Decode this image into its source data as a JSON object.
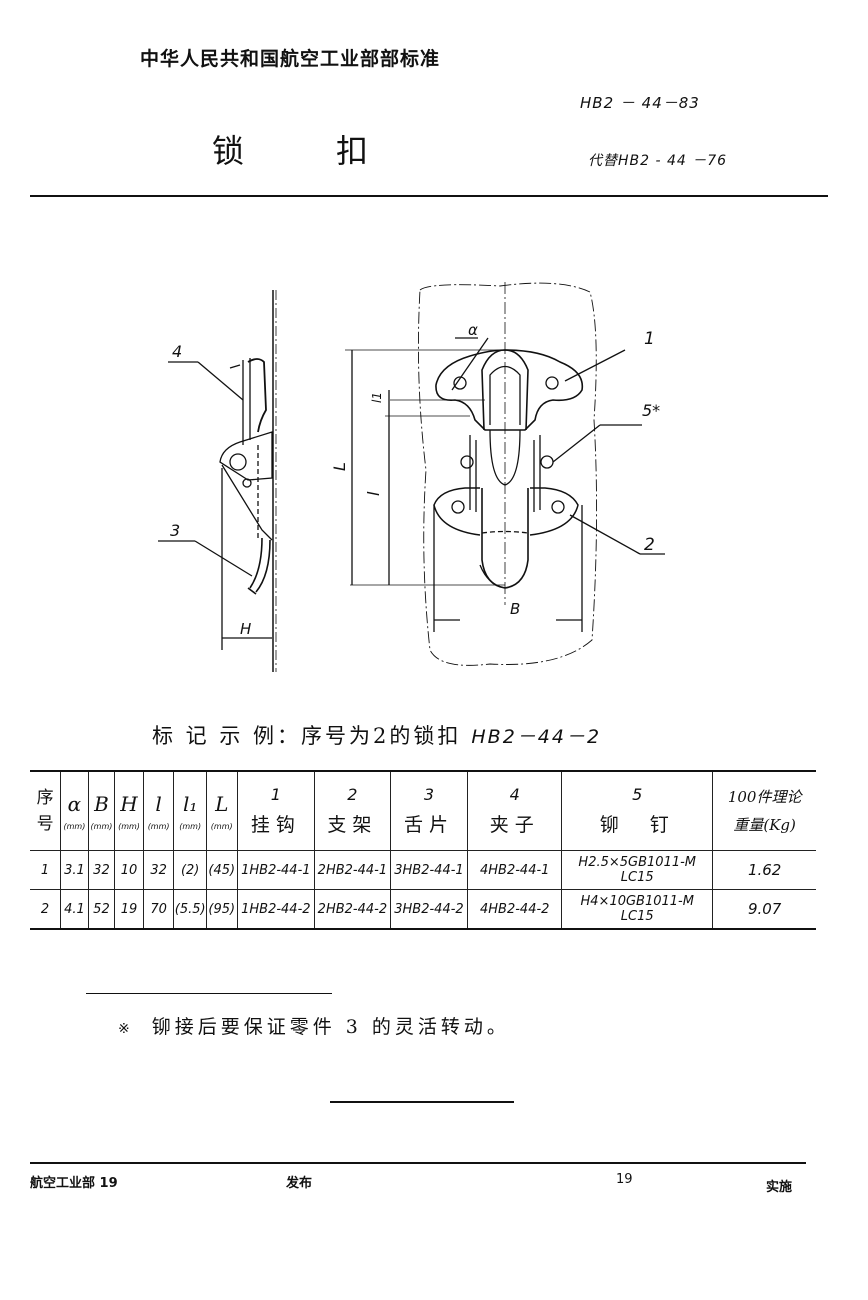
{
  "header": {
    "organization": "中华人民共和国航空工业部部标准",
    "standard_number": "HB2 － 44－83",
    "title_chars": [
      "锁",
      "扣"
    ],
    "replaces": "代替HB2 - 44 －76"
  },
  "drawing": {
    "side_view_labels": {
      "part_4": "4",
      "part_3": "3",
      "dim_H": "H"
    },
    "front_view_labels": {
      "dim_a": "α",
      "part_1": "1",
      "part_5": "5*",
      "part_2": "2",
      "dim_L": "L",
      "dim_l": "l",
      "dim_l1": "l1",
      "dim_B": "B"
    }
  },
  "marking_example": {
    "label": "标 记 示 例：序号为2的锁扣",
    "code": "HB2－44－2"
  },
  "table": {
    "headers": {
      "seq": "序号",
      "a": {
        "symbol": "α",
        "unit": "(mm)"
      },
      "B": {
        "symbol": "B",
        "unit": "(mm)"
      },
      "H": {
        "symbol": "H",
        "unit": "(mm)"
      },
      "l": {
        "symbol": "l",
        "unit": "(mm)"
      },
      "l1": {
        "symbol": "l₁",
        "unit": "(mm)"
      },
      "L": {
        "symbol": "L",
        "unit": "(mm)"
      },
      "p1": {
        "num": "1",
        "name": "挂钩"
      },
      "p2": {
        "num": "2",
        "name": "支架"
      },
      "p3": {
        "num": "3",
        "name": "舌片"
      },
      "p4": {
        "num": "4",
        "name": "夹子"
      },
      "p5": {
        "num": "5",
        "name": "铆　钉"
      },
      "weight": {
        "line1": "100件理论",
        "line2": "重量(Kg)"
      }
    },
    "rows": [
      {
        "seq": "1",
        "a": "3.1",
        "B": "32",
        "H": "10",
        "l": "32",
        "l1": "(2)",
        "L": "(45)",
        "p1": "1HB2-44-1",
        "p2": "2HB2-44-1",
        "p3": "3HB2-44-1",
        "p4": "4HB2-44-1",
        "p5": "H2.5×5GB1011-M LC15",
        "weight": "1.62"
      },
      {
        "seq": "2",
        "a": "4.1",
        "B": "52",
        "H": "19",
        "l": "70",
        "l1": "(5.5)",
        "L": "(95)",
        "p1": "1HB2-44-2",
        "p2": "2HB2-44-2",
        "p3": "3HB2-44-2",
        "p4": "4HB2-44-2",
        "p5": "H4×10GB1011-M LC15",
        "weight": "9.07"
      }
    ]
  },
  "note": {
    "marker": "※",
    "text": "铆接后要保证零件 3 的灵活转动。"
  },
  "footer": {
    "issuer": "航空工业部 19",
    "issued": "发布",
    "year": "19",
    "effective": "实施"
  }
}
